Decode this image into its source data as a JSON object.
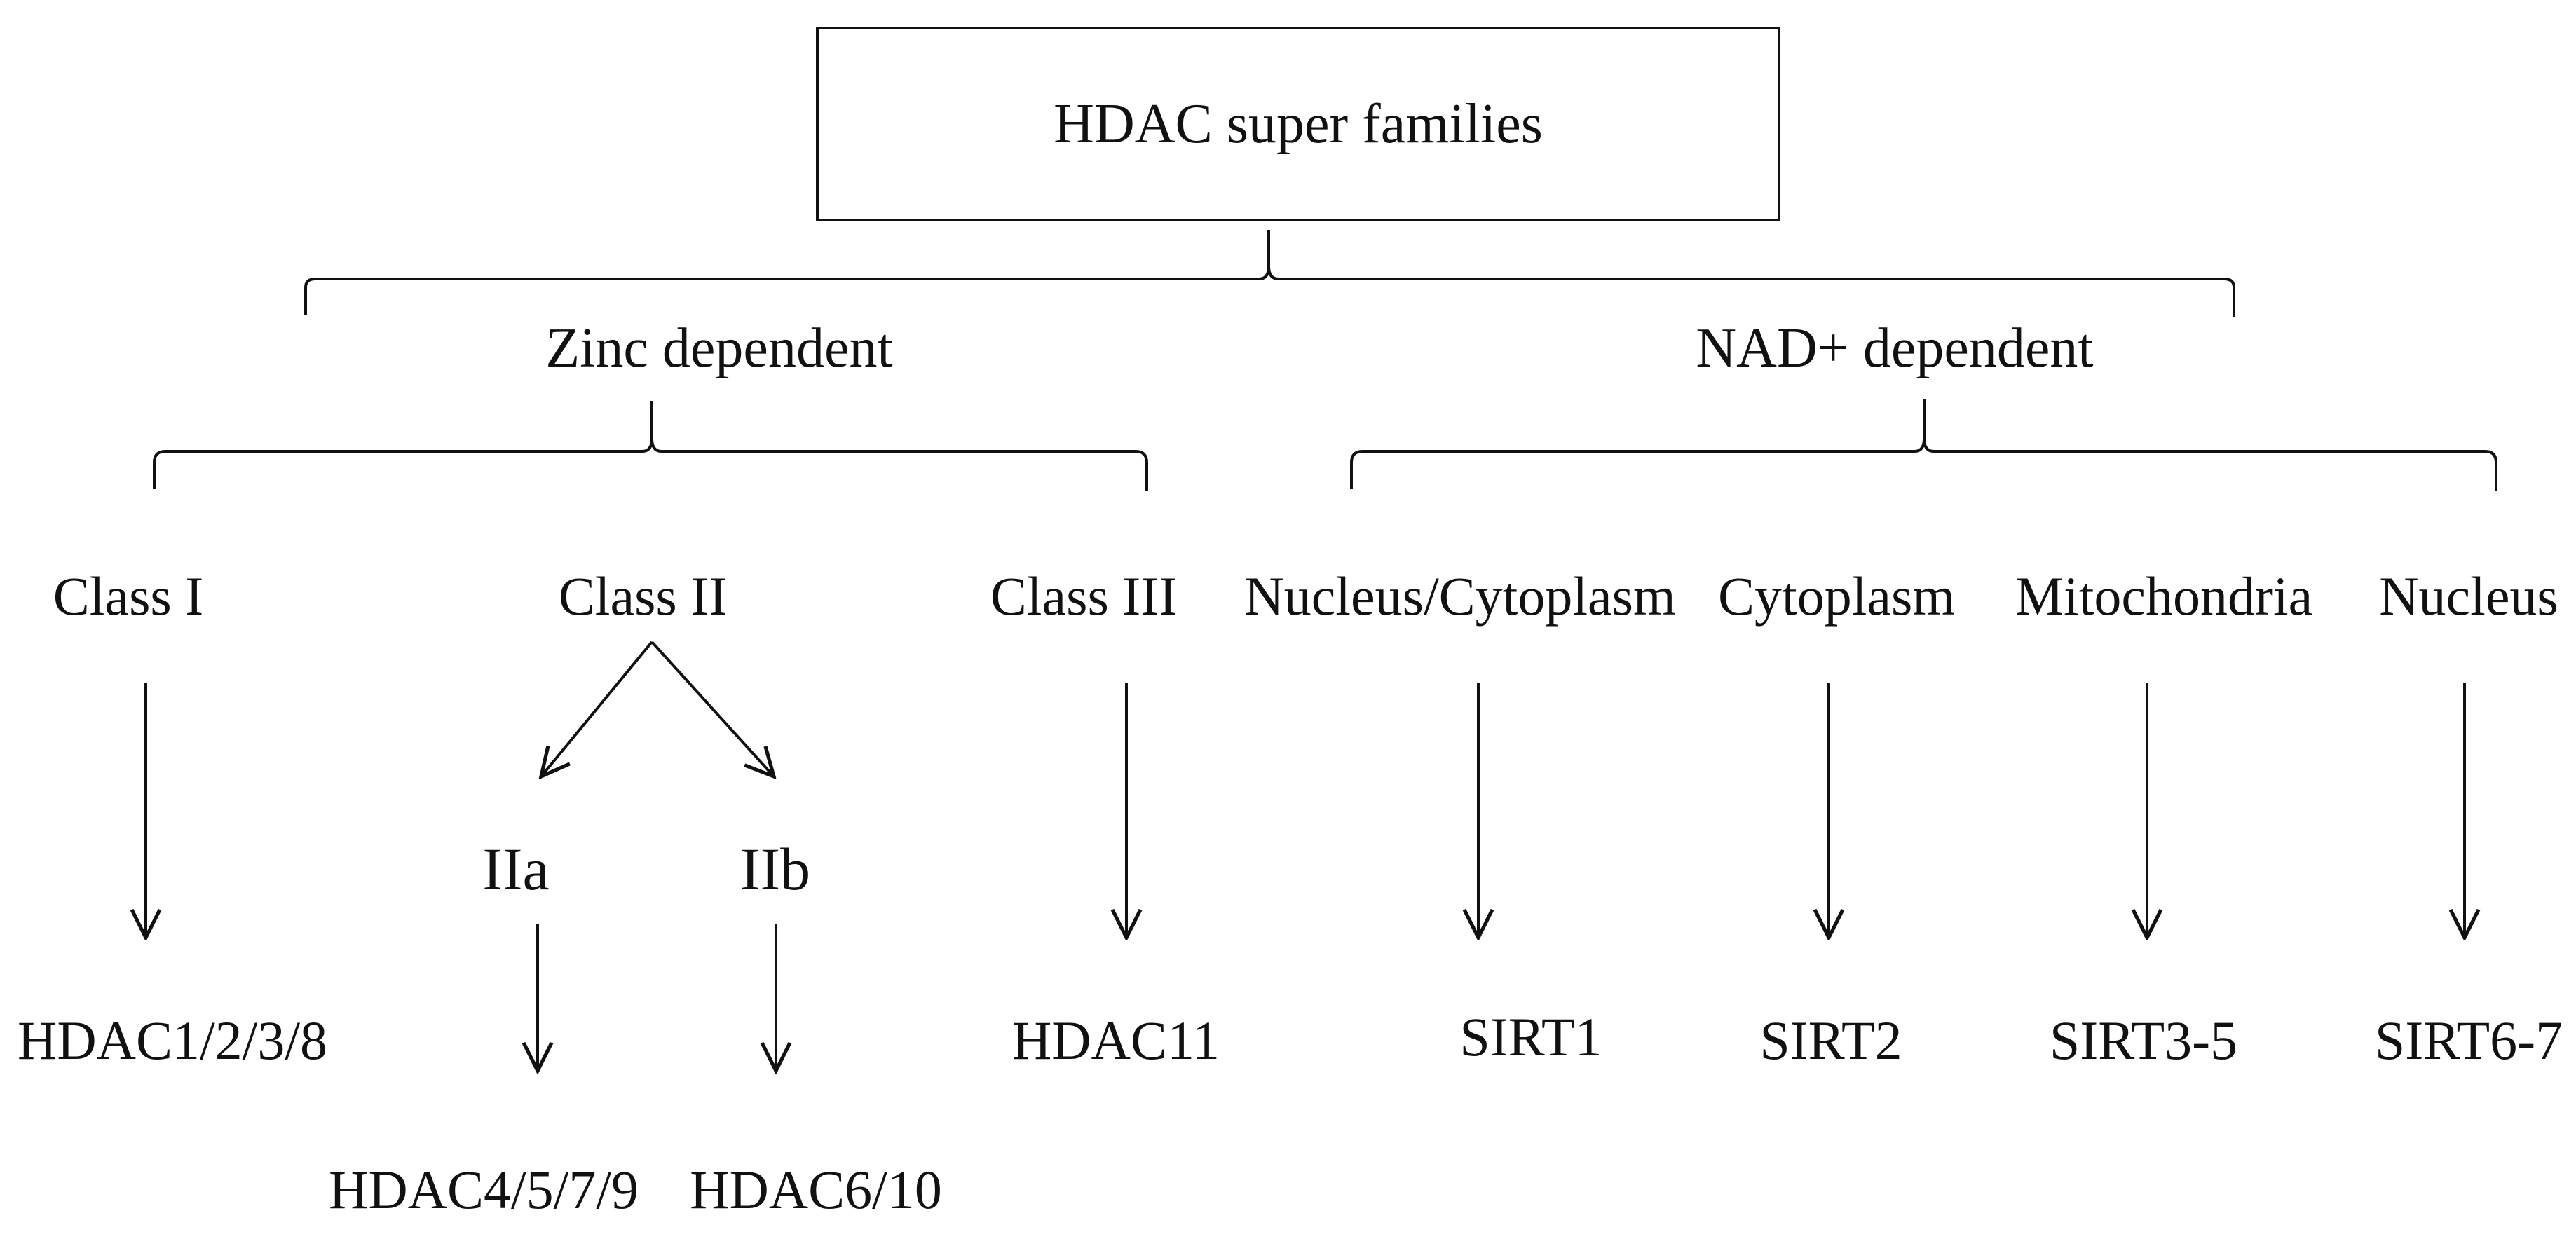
{
  "title": "HDAC super families",
  "branches": {
    "zinc": "Zinc dependent",
    "nad": "NAD+ dependent"
  },
  "zinc_classes": {
    "class1": "Class I",
    "class2": "Class II",
    "class3": "Class III"
  },
  "class2_subclasses": {
    "iia": "IIa",
    "iib": "IIb"
  },
  "nad_locations": {
    "nucleus_cytoplasm": "Nucleus/Cytoplasm",
    "cytoplasm": "Cytoplasm",
    "mitochondria": "Mitochondria",
    "nucleus": "Nucleus"
  },
  "members": {
    "class1": "HDAC1/2/3/8",
    "iia": "HDAC4/5/7/9",
    "iib": "HDAC6/10",
    "class3": "HDAC11",
    "sirt1": "SIRT1",
    "sirt2": "SIRT2",
    "sirt3_5": "SIRT3-5",
    "sirt6_7": "SIRT6-7"
  }
}
